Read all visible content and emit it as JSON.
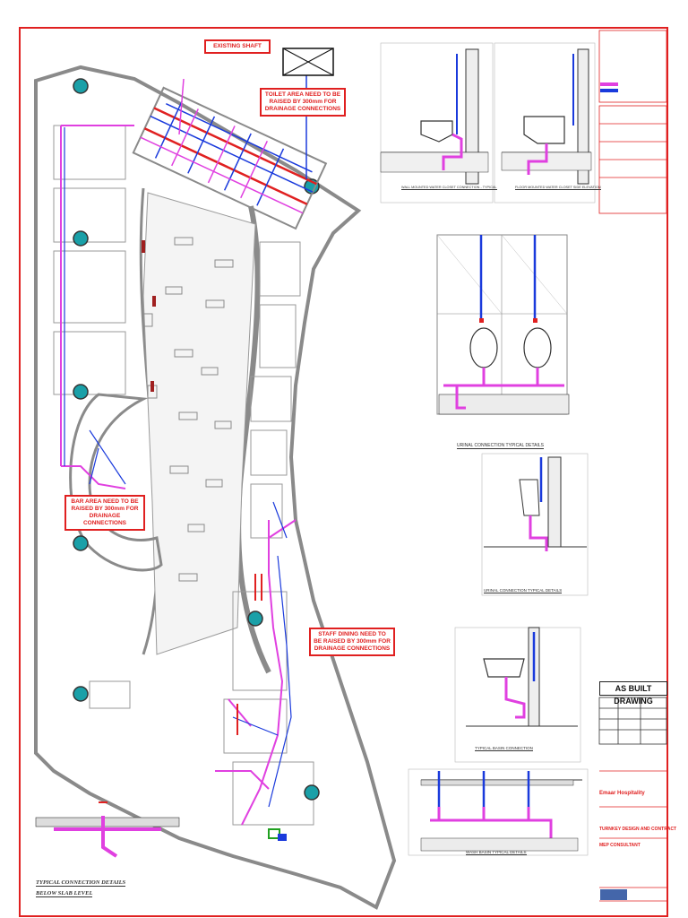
{
  "callouts": {
    "existing_shaft": "EXISTING SHAFT",
    "toilet_area": "TOILET AREA NEED TO BE RAISED BY 300mm FOR DRAINAGE CONNECTIONS",
    "bar_area": "BAR AREA NEED TO BE RAISED BY 300mm FOR DRAINAGE CONNECTIONS",
    "staff_dining": "STAFF DINING NEED TO BE RAISED BY 300mm FOR DRAINAGE CONNECTIONS"
  },
  "captions": {
    "wc_connection": "WALL MOUNTED WATER CLOSET CONNECTION - TYPICAL",
    "floor_wc": "FLOOR MOUNTED WATER CLOSET SIDE ELEVATION",
    "urinal_1": "URINAL CONNECTION TYPICAL DETAILS",
    "urinal_2": "URINAL CONNECTION TYPICAL DETAILS",
    "basin": "TYPICAL BASIN CONNECTION",
    "wash_basin": "WASH BASIN TYPICAL DETAILS",
    "typical_conn": "TYPICAL CONNECTION DETAILS",
    "below_slab": "BELOW SLAB LEVEL"
  },
  "titleblock": {
    "as_built": "AS BUILT DRAWING",
    "client": "Emaar Hospitality",
    "contract": "TURNKEY DESIGN AND CONTRACT",
    "consultant": "MEP CONSULTANT"
  },
  "colors": {
    "border": "#e02020",
    "drain": "#e040e0",
    "water": "#1a3adc",
    "wall": "#8a8a8a",
    "column": "#1aa0a8"
  }
}
